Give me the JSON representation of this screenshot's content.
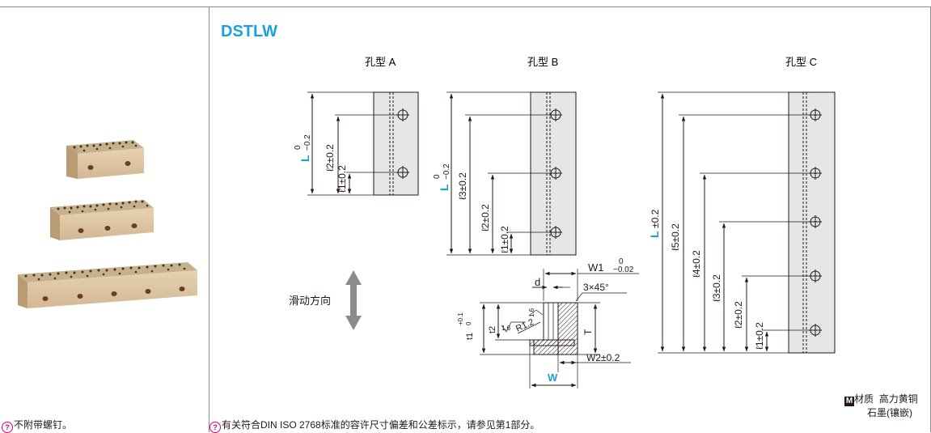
{
  "product_code": "DSTLW",
  "hole_types": [
    "孔型 A",
    "孔型 B",
    "孔型 C"
  ],
  "slide_direction_label": "滑动方向",
  "notes": {
    "left": "不附带螺钉。",
    "right": "有关符合DIN ISO 2768标准的容许尺寸偏差和公差标示，请参见第1部分。"
  },
  "material": {
    "badge": "M",
    "label": "材质",
    "line1": "高力黄铜",
    "line2": "石墨(镶嵌)"
  },
  "dimensions": {
    "L_neg": "L",
    "tol_neg_0": "0",
    "tol_neg_02": "−0.2",
    "L_pm": "L",
    "pm02": "±0.2",
    "l1": "ℓ1±0.2",
    "l2": "ℓ2±0.2",
    "l3": "ℓ3±0.2",
    "l4": "ℓ4±0.2",
    "l5": "ℓ5±0.2",
    "W1": "W1",
    "W1_tol_top": "0",
    "W1_tol_bot": "−0.02",
    "d": "d",
    "chamfer": "3×45°",
    "T": "T",
    "W2": "W2±0.2",
    "W": "W",
    "t1": "t1",
    "t1_tol_top": "+0.1",
    "t1_tol_bot": "0",
    "t2": "t2",
    "roughness1": "1.6",
    "roughness2": "1.6",
    "R": "R1.2"
  },
  "colors": {
    "accent": "#1aa3d8",
    "warning": "#e0006d",
    "bronze": "#d9c3a4",
    "graphite": "#3a3228"
  }
}
